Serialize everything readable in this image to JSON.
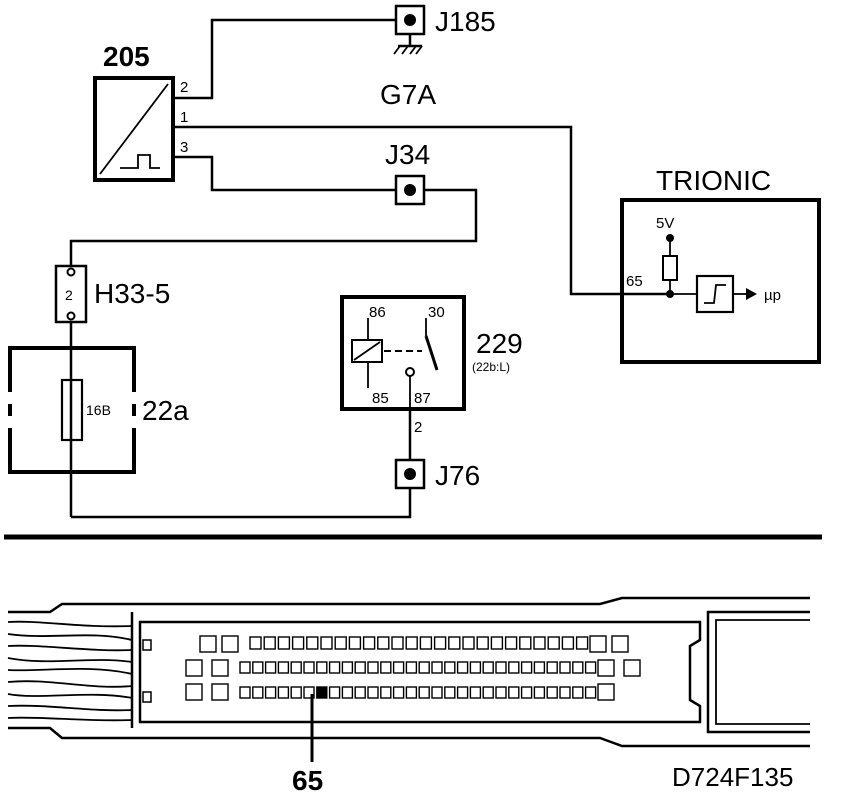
{
  "labels": {
    "sensor": "205",
    "pin_2": "2",
    "pin_1": "1",
    "pin_3": "3",
    "j185": "J185",
    "g7a": "G7A",
    "j34": "J34",
    "trionic": "TRIONIC",
    "five_v": "5V",
    "pin_65": "65",
    "up": "µp",
    "h33": "H33-5",
    "h33_pin": "2",
    "relay_86": "86",
    "relay_30": "30",
    "relay_85": "85",
    "relay_87": "87",
    "relay_id": "229",
    "relay_ref": "(22b:L)",
    "relay_wire_pin": "2",
    "fuse_rating": "16B",
    "fuse_box": "22a",
    "j76": "J76",
    "connector_pin": "65",
    "figure_code": "D724F135"
  },
  "connector_pins": {
    "row1": 24,
    "row2": 28,
    "row3": 28,
    "highlighted_row": 3,
    "highlighted_index": 6
  }
}
